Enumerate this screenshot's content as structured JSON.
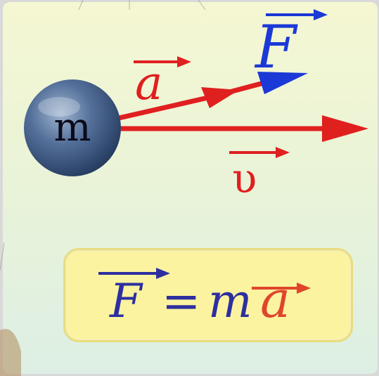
{
  "diagram": {
    "mass_label": "m",
    "force_label": "F",
    "acceleration_label": "a",
    "velocity_label": "υ",
    "colors": {
      "force": "#1b39d6",
      "acceleration": "#e01f1f",
      "velocity": "#e01f1f",
      "ball": "#3e5b85",
      "formula_text": "#2d2fa0",
      "formula_accel": "#e0452c",
      "formula_box": "#fbf3a0"
    }
  },
  "formula": {
    "force_symbol": "F",
    "equals_symbol": "=",
    "mass_symbol": "m",
    "acceleration_symbol": "a"
  }
}
